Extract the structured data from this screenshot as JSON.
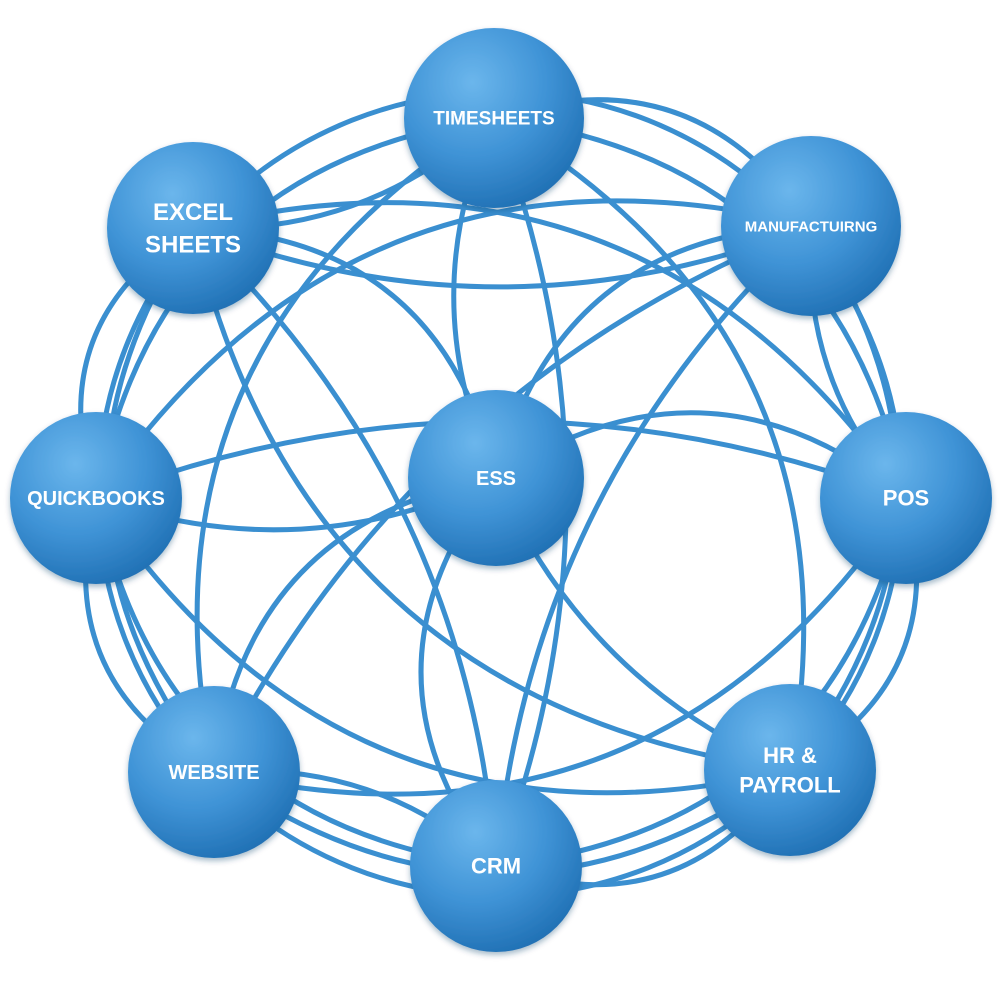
{
  "colors": {
    "line": "#3a8fd0",
    "node_light": "#5aaae6",
    "node_dark": "#1f6fb3",
    "text": "#ffffff"
  },
  "center": {
    "id": "ess",
    "lines": [
      "ESS"
    ]
  },
  "nodes": [
    {
      "id": "timesheets",
      "lines": [
        "TIMESHEETS"
      ]
    },
    {
      "id": "manufacturing",
      "lines": [
        "MANUFACTUIRNG"
      ]
    },
    {
      "id": "pos",
      "lines": [
        "POS"
      ]
    },
    {
      "id": "hr-payroll",
      "lines": [
        "HR &",
        "PAYROLL"
      ]
    },
    {
      "id": "crm",
      "lines": [
        "CRM"
      ]
    },
    {
      "id": "website",
      "lines": [
        "WEBSITE"
      ]
    },
    {
      "id": "quickbooks",
      "lines": [
        "QUICKBOOKS"
      ]
    },
    {
      "id": "excel-sheets",
      "lines": [
        "EXCEL",
        "SHEETS"
      ]
    }
  ],
  "connections": [
    [
      "timesheets",
      "manufacturing"
    ],
    [
      "manufacturing",
      "pos"
    ],
    [
      "pos",
      "hr-payroll"
    ],
    [
      "hr-payroll",
      "crm"
    ],
    [
      "crm",
      "website"
    ],
    [
      "website",
      "quickbooks"
    ],
    [
      "quickbooks",
      "excel-sheets"
    ],
    [
      "excel-sheets",
      "timesheets"
    ],
    [
      "timesheets",
      "pos"
    ],
    [
      "timesheets",
      "hr-payroll"
    ],
    [
      "timesheets",
      "crm"
    ],
    [
      "timesheets",
      "website"
    ],
    [
      "timesheets",
      "quickbooks"
    ],
    [
      "excel-sheets",
      "manufacturing"
    ],
    [
      "excel-sheets",
      "pos"
    ],
    [
      "excel-sheets",
      "hr-payroll"
    ],
    [
      "excel-sheets",
      "crm"
    ],
    [
      "excel-sheets",
      "website"
    ],
    [
      "quickbooks",
      "manufacturing"
    ],
    [
      "quickbooks",
      "pos"
    ],
    [
      "quickbooks",
      "hr-payroll"
    ],
    [
      "quickbooks",
      "crm"
    ],
    [
      "website",
      "manufacturing"
    ],
    [
      "website",
      "pos"
    ],
    [
      "website",
      "hr-payroll"
    ],
    [
      "crm",
      "manufacturing"
    ],
    [
      "crm",
      "pos"
    ],
    [
      "hr-payroll",
      "manufacturing"
    ],
    [
      "ess",
      "timesheets"
    ],
    [
      "ess",
      "manufacturing"
    ],
    [
      "ess",
      "pos"
    ],
    [
      "ess",
      "hr-payroll"
    ],
    [
      "ess",
      "crm"
    ],
    [
      "ess",
      "website"
    ],
    [
      "ess",
      "quickbooks"
    ],
    [
      "ess",
      "excel-sheets"
    ]
  ]
}
